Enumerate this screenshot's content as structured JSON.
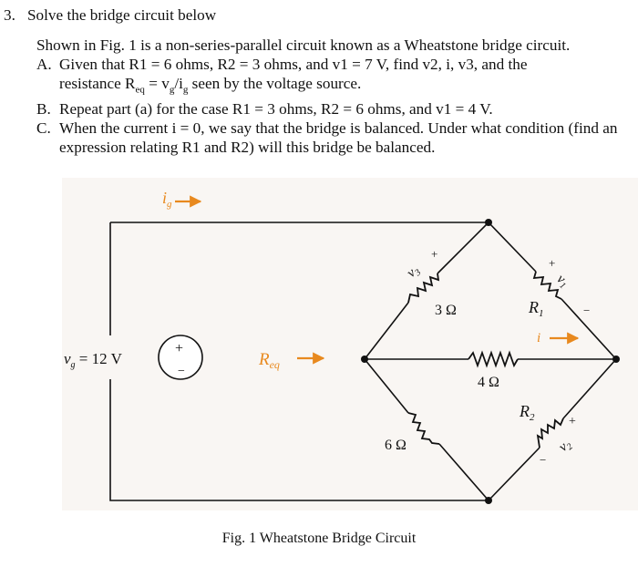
{
  "problem": {
    "number": "3.",
    "heading": "Solve the bridge circuit below",
    "intro": "Shown in Fig. 1 is a non-series-parallel circuit known as a Wheatstone bridge circuit.",
    "parts": [
      {
        "label": "A.",
        "text_a": "Given that R1 = 6 ohms, R2 = 3 ohms, and v1 = 7 V, find v2, i, v3, and the",
        "text_b_prefix": "resistance R",
        "text_b_sub": "eq",
        "text_b_mid": " = v",
        "text_b_sub2": "g",
        "text_b_mid2": "/i",
        "text_b_sub3": "g",
        "text_b_suffix": " seen by the voltage source."
      },
      {
        "label": "B.",
        "text": "Repeat part (a) for the case R1 = 3 ohms, R2 = 6 ohms, and v1 = 4 V."
      },
      {
        "label": "C.",
        "text": "When the current i = 0, we say that the bridge is balanced.  Under what condition (find an expression relating R1 and R2) will this bridge be balanced."
      }
    ]
  },
  "figure": {
    "caption": "Fig. 1 Wheatstone Bridge Circuit",
    "labels": {
      "ig": "i",
      "ig_sub": "g",
      "vg": "v",
      "vg_sub": "g",
      "vg_value": " = 12 V",
      "plus": "+",
      "minus": "−",
      "req": "R",
      "req_sub": "eq",
      "v3": "v",
      "v3_sub": "3",
      "r_top_left": "3 Ω",
      "r1": "R",
      "r1_sub": "1",
      "v1": "v",
      "v1_sub": "1",
      "i": "i",
      "r_middle": "4 Ω",
      "r_bottom_left": "6 Ω",
      "r2": "R",
      "r2_sub": "2",
      "v2": "v",
      "v2_sub": "2"
    },
    "colors": {
      "arrow": "#e8891e",
      "background": "#f9f6f3",
      "wire": "#111111"
    }
  }
}
